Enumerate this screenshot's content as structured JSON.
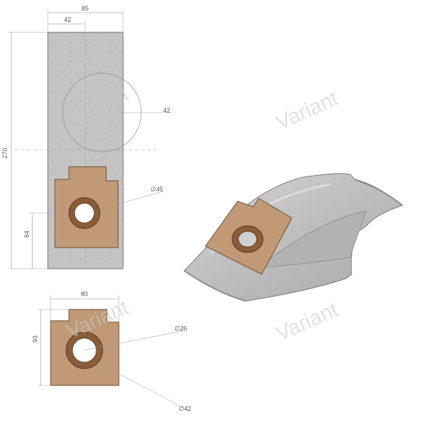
{
  "watermark": "Variant",
  "colors": {
    "bag_fill": "#c3c3c3",
    "bag_stroke": "#6e6e6e",
    "collar_fill": "#c09a76",
    "collar_stroke": "#6b4f36",
    "ring_fill": "#8a5c3b",
    "dim_line": "#8a8a8a"
  },
  "front_view": {
    "width_label": "85",
    "half_width_label": "42",
    "height_label": "270",
    "circle_label": "42",
    "hole_label": "∅45",
    "offset_label": "64"
  },
  "collar_view": {
    "width_label": "80",
    "height_label": "93",
    "inner_hole_label": "∅26",
    "outer_hole_label": "∅42"
  }
}
